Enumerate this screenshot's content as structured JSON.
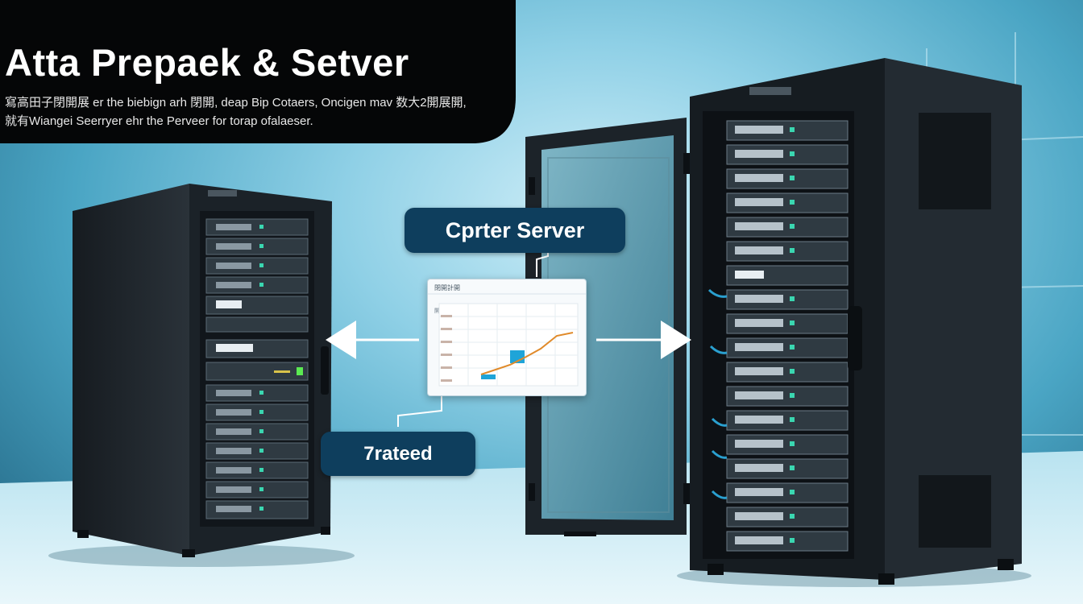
{
  "banner": {
    "title": "Atta Prepaek & Setver",
    "subtitle_line1": "寫高田子閉開展 er the biebign arh 閉開, deap Bip Cotaers, Oncigen mav 数大2開展開,",
    "subtitle_line2": "就有Wiangei Seerryer ehr the Perveer for torap ofalaeser."
  },
  "labels": {
    "top_label": "Cprter Server",
    "bottom_label": "7rateed"
  },
  "chart_card": {
    "header": "閉開計開",
    "subheader": "開田開"
  },
  "colors": {
    "label_bg": "#0e3e5d",
    "rack_body": "#1f262d",
    "led": "#3ad6b0",
    "chart_line": "#e08a2a",
    "chart_block": "#1fa4d8"
  },
  "icons": [
    "arrow-left-icon",
    "arrow-right-icon"
  ]
}
